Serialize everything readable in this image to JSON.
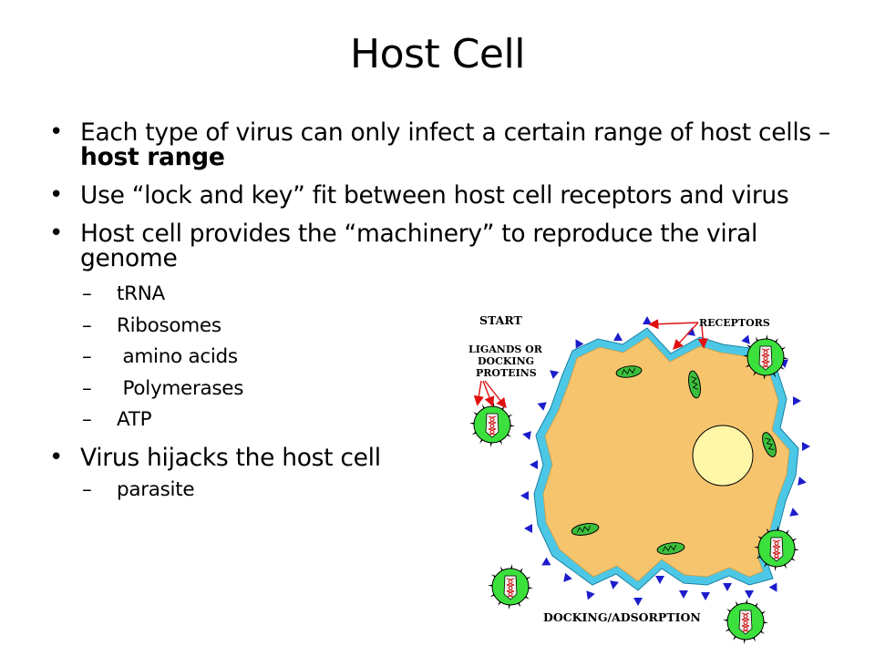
{
  "slide": {
    "title": "Host Cell",
    "bullets": [
      {
        "text": "Each type of virus can only infect a certain range of host cells – ",
        "bold": "host range"
      },
      {
        "text": "Use “lock and key” fit between host cell receptors and virus"
      },
      {
        "text": "Host cell provides the “machinery” to reproduce the viral genome",
        "subitems": [
          "tRNA",
          "Ribosomes",
          " amino acids",
          " Polymerases",
          "ATP"
        ]
      },
      {
        "text": "Virus hijacks the host cell",
        "subitems": [
          "parasite"
        ]
      }
    ]
  },
  "diagram": {
    "labels": {
      "start": "START",
      "receptors": "RECEPTORS",
      "ligands_line1": "LIGANDS OR",
      "ligands_line2": "DOCKING",
      "ligands_line3": "PROTEINS",
      "docking": "DOCKING/ADSORPTION"
    },
    "colors": {
      "cytoplasm": "#f7c46e",
      "membrane": "#4cc8e6",
      "receptor": "#1c1ccc",
      "nucleus": "#fff6a8",
      "organelle": "#3cbf3c",
      "virus_capsid": "#3ce03c",
      "arrow": "#e01010"
    }
  }
}
